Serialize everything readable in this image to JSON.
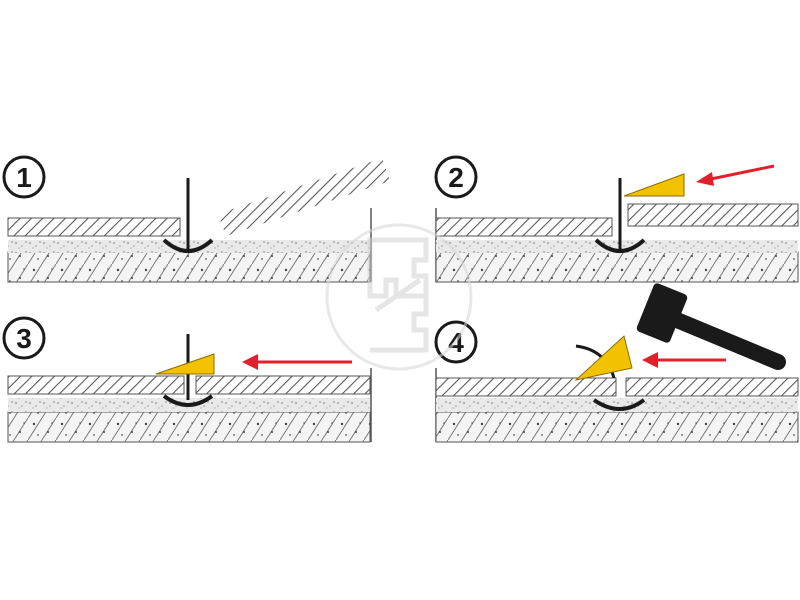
{
  "steps": [
    {
      "number": "1"
    },
    {
      "number": "2"
    },
    {
      "number": "3"
    },
    {
      "number": "4"
    }
  ],
  "colors": {
    "arrow": "#e0202a",
    "wedge": "#f2c200",
    "clip": "#1a1a1a",
    "hatch": "#5a5a5a",
    "watermark": "#d6d6d6"
  },
  "icons": [
    "hammer-icon",
    "wedge-icon",
    "arrow-icon",
    "leveling-clip-icon",
    "watermark-logo"
  ]
}
